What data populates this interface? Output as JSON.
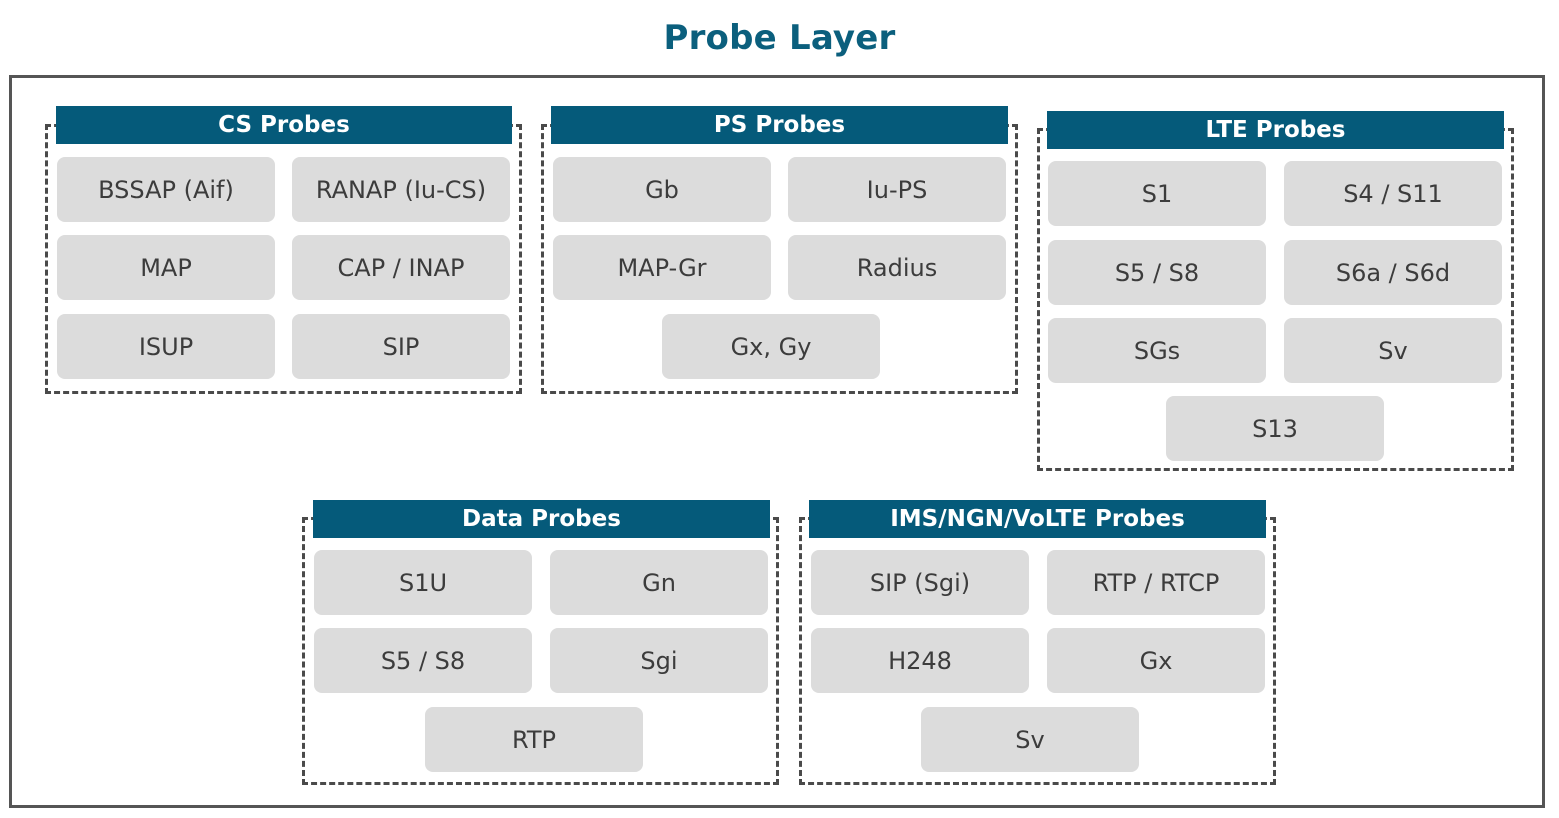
{
  "title": "Probe Layer",
  "groups": {
    "cs": {
      "header": "CS Probes",
      "items": [
        "BSSAP (Aif)",
        "RANAP (Iu-CS)",
        "MAP",
        "CAP / INAP",
        "ISUP",
        "SIP"
      ]
    },
    "ps": {
      "header": "PS Probes",
      "items": [
        "Gb",
        "Iu-PS",
        "MAP-Gr",
        "Radius",
        "Gx, Gy"
      ]
    },
    "lte": {
      "header": "LTE Probes",
      "items": [
        "S1",
        "S4 / S11",
        "S5 / S8",
        "S6a / S6d",
        "SGs",
        "Sv",
        "S13"
      ]
    },
    "data": {
      "header": "Data Probes",
      "items": [
        "S1U",
        "Gn",
        "S5 / S8",
        "Sgi",
        "RTP"
      ]
    },
    "ims": {
      "header": "IMS/NGN/VoLTE Probes",
      "items": [
        "SIP (Sgi)",
        "RTP / RTCP",
        "H248",
        "Gx",
        "Sv"
      ]
    }
  }
}
